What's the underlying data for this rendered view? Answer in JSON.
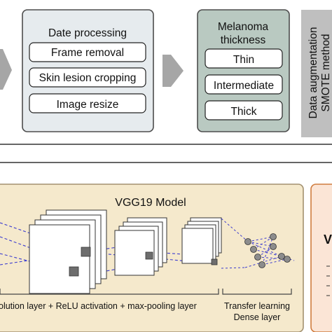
{
  "colors": {
    "arrow": "#a6a6a6",
    "process_box_fill": "#e6ebee",
    "thickness_box_fill": "#b9c9c1",
    "augmentation_fill": "#bfbfbf",
    "model_panel_fill": "#f5e9cc",
    "model_panel_border": "#a39170",
    "right_panel_fill": "#fbe5d6",
    "right_panel_border": "#d07c3e",
    "dashed_line": "#3c3ccf",
    "node_fill": "#8c8c8c"
  },
  "preprocessing": {
    "title": "Date processing",
    "steps": [
      "Frame removal",
      "Skin lesion cropping",
      "Image resize"
    ]
  },
  "thickness": {
    "title_line1": "Melanoma",
    "title_line2": "thickness",
    "classes": [
      "Thin",
      "Intermediate",
      "Thick"
    ]
  },
  "augmentation": {
    "line1": "Data augmentation",
    "line2": "SMOTE method"
  },
  "model": {
    "title": "VGG19 Model",
    "conv_label": "olution layer + ReLU activation + max-pooling layer",
    "transfer_line1": "Transfer learning",
    "transfer_line2": "Dense layer"
  },
  "right_panel": {
    "letter": "V"
  }
}
